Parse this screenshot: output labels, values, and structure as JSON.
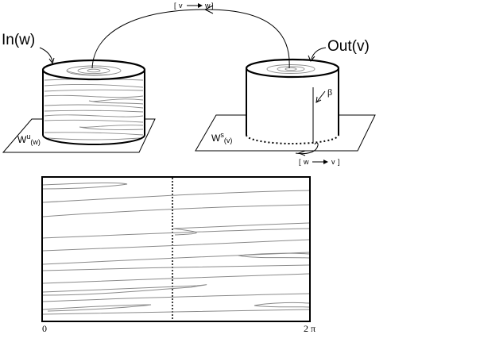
{
  "labels": {
    "in_w": "In(w)",
    "out_v": "Out(v)",
    "wu_base": "W",
    "wu_sup": "u",
    "wu_sub": "(w)",
    "ws_base": "W",
    "ws_sup": "s",
    "ws_sub": "(v)",
    "beta": "β",
    "arc_v_to_w": {
      "from": "v",
      "to": "w"
    },
    "curve_w_to_v": {
      "from": "w",
      "to": "v"
    },
    "axis_zero": "0",
    "axis_two_pi": "2 π"
  }
}
